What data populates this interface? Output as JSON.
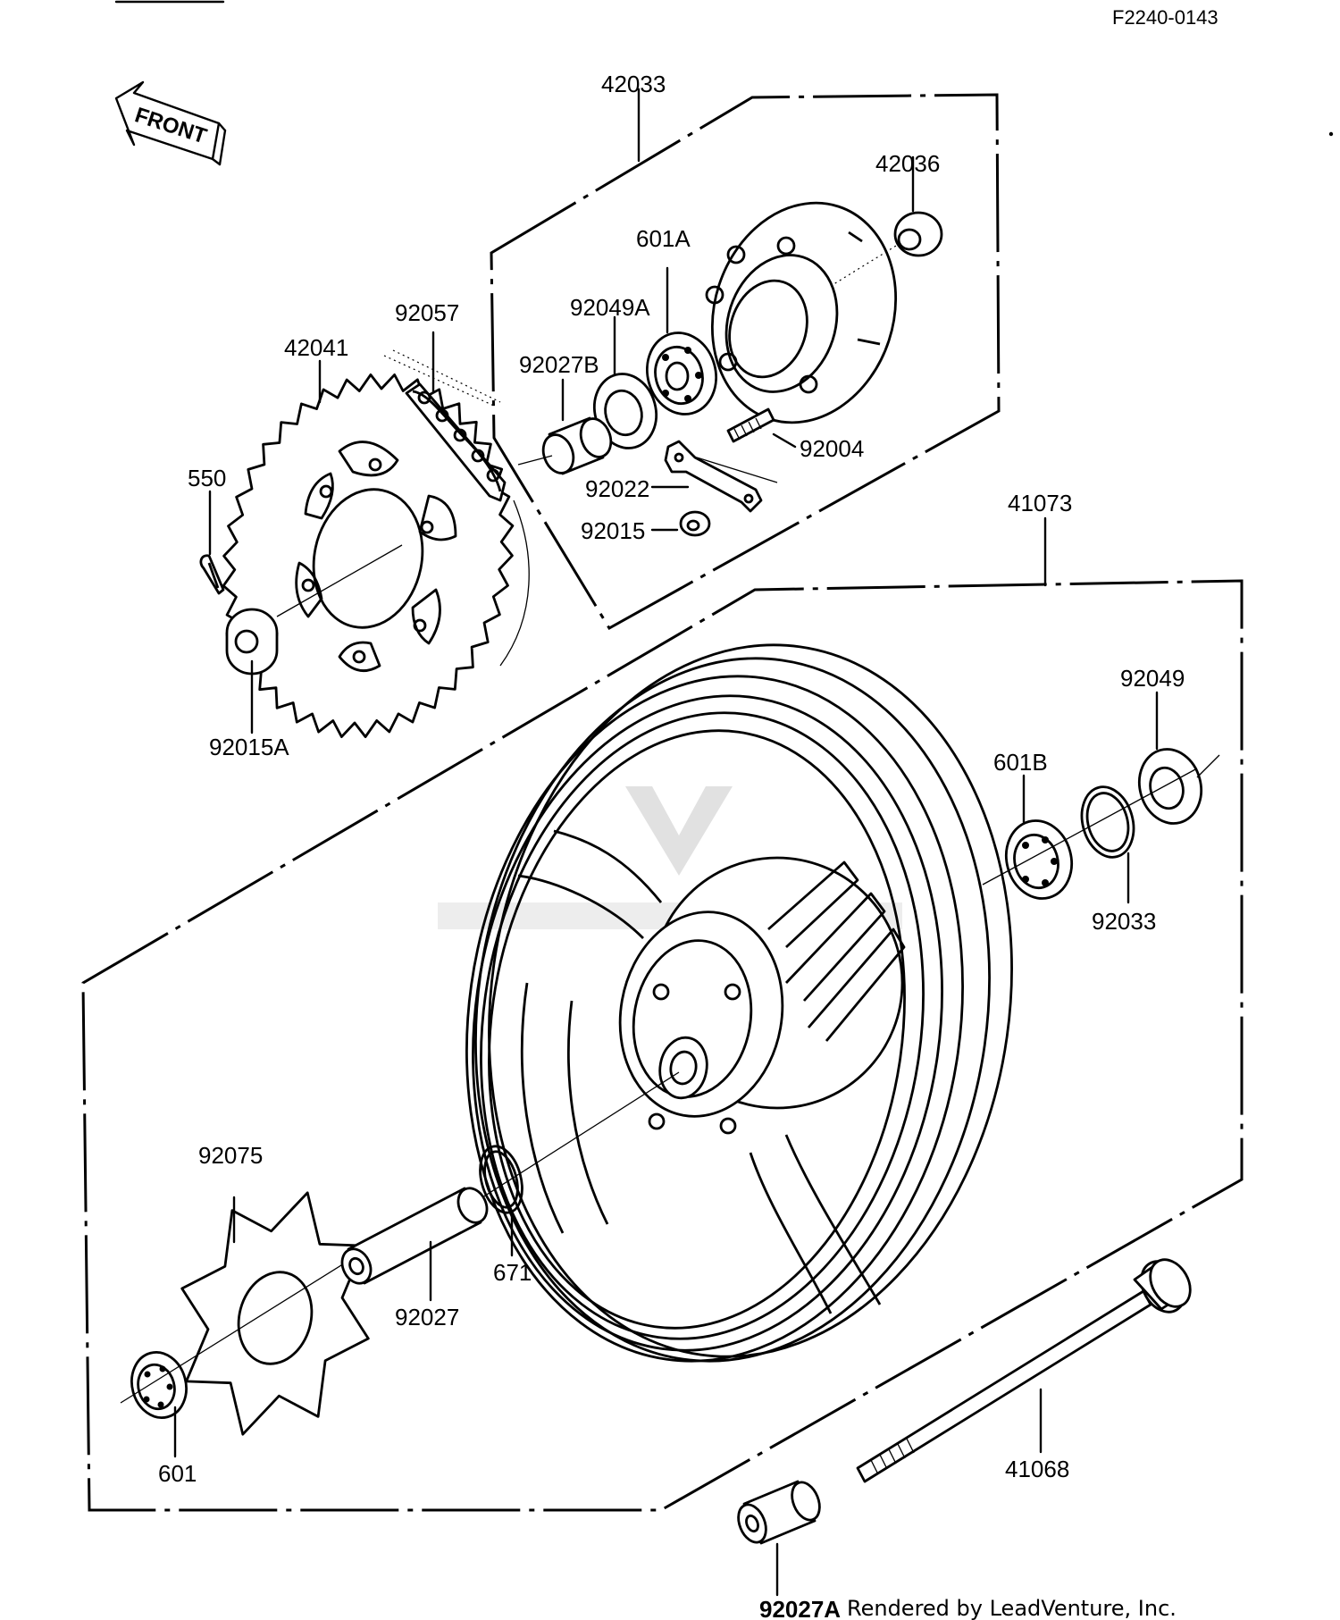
{
  "diagram": {
    "code": "F2240-0143",
    "front_arrow_text": "FRONT",
    "credit": "Rendered by LeadVenture, Inc.",
    "part_labels": {
      "p42033": "42033",
      "p42036": "42036",
      "p601A": "601A",
      "p92049A": "92049A",
      "p92057": "92057",
      "p42041": "42041",
      "p92027B": "92027B",
      "p92004": "92004",
      "p92022": "92022",
      "p92015": "92015",
      "p550": "550",
      "p92015A": "92015A",
      "p41073": "41073",
      "p92049": "92049",
      "p601B": "601B",
      "p92033": "92033",
      "p92075": "92075",
      "p671": "671",
      "p92027": "92027",
      "p601": "601",
      "p41068": "41068",
      "p92027A": "92027A"
    }
  }
}
